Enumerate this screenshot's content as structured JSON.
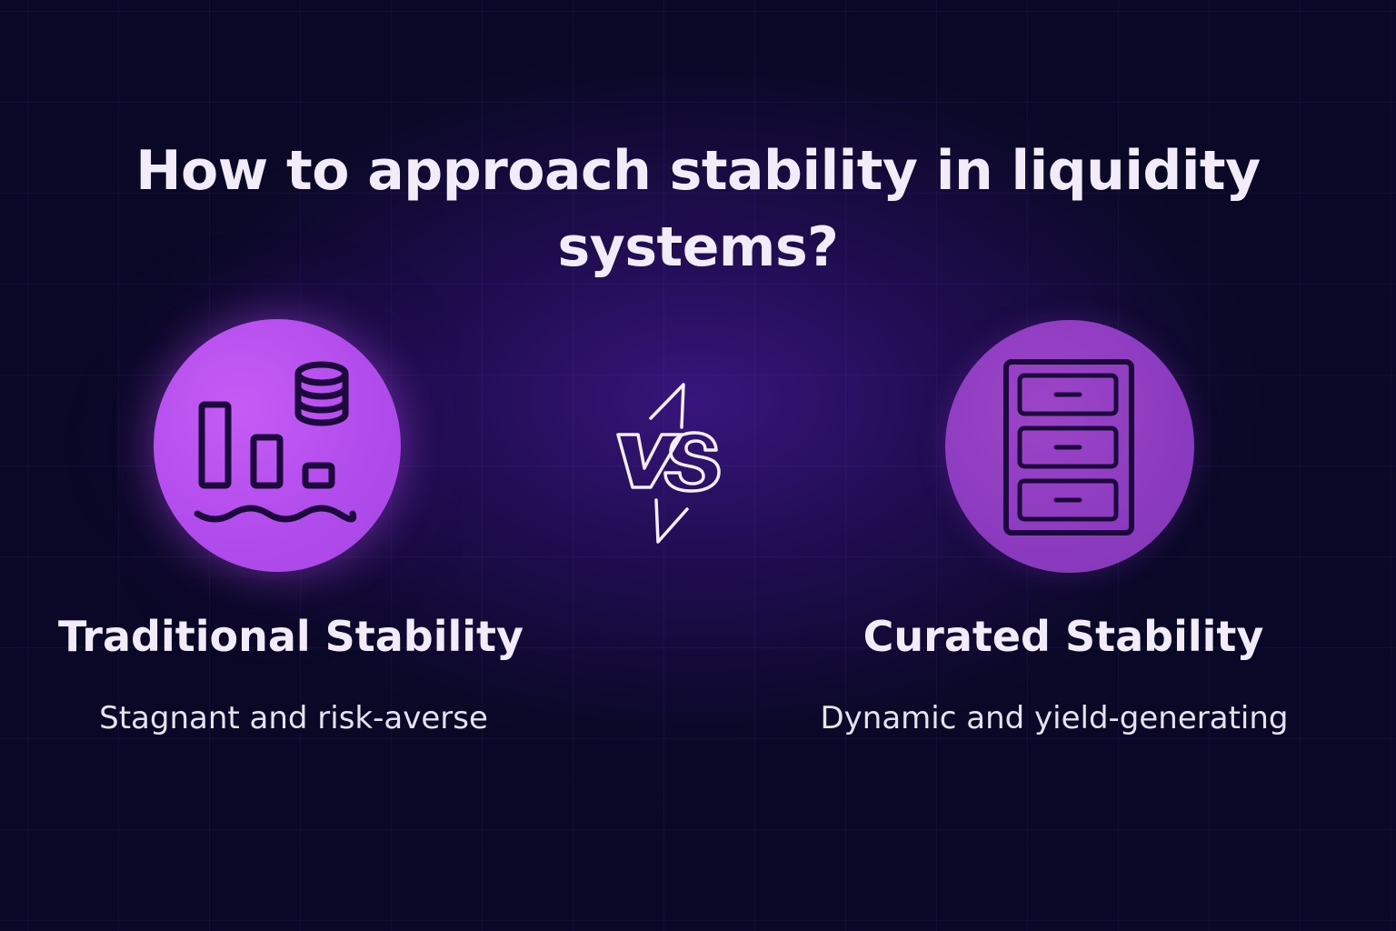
{
  "title": "How to approach stability in liquidity systems?",
  "vs_label": "VS",
  "left": {
    "heading": "Traditional Stability",
    "subtitle": "Stagnant and risk-averse",
    "icon": "bars-coins-water-icon",
    "color": "#b24cec"
  },
  "right": {
    "heading": "Curated Stability",
    "subtitle": "Dynamic and yield-generating",
    "icon": "filing-cabinet-icon",
    "color": "#8c3bc0"
  },
  "colors": {
    "background": "#0a0826",
    "glow": "#3a1680",
    "text": "#f1ecf7",
    "icon_stroke": "#1c0a3c"
  }
}
